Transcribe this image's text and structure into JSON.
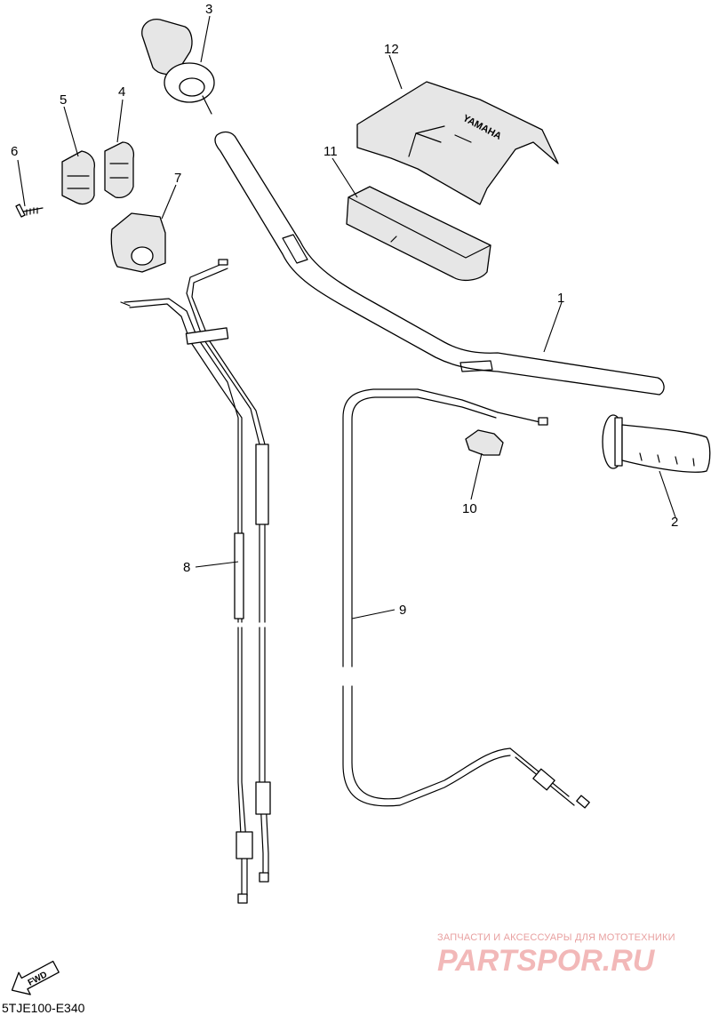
{
  "diagram": {
    "callouts": [
      {
        "id": "1",
        "label": "1"
      },
      {
        "id": "2",
        "label": "2"
      },
      {
        "id": "3",
        "label": "3"
      },
      {
        "id": "4",
        "label": "4"
      },
      {
        "id": "5",
        "label": "5"
      },
      {
        "id": "6",
        "label": "6"
      },
      {
        "id": "7",
        "label": "7"
      },
      {
        "id": "8",
        "label": "8"
      },
      {
        "id": "9",
        "label": "9"
      },
      {
        "id": "10",
        "label": "10"
      },
      {
        "id": "11",
        "label": "11"
      },
      {
        "id": "12",
        "label": "12"
      }
    ],
    "direction_arrow": "FWD",
    "diagram_code": "5TJE100-E340",
    "pad_logo_text": "YAMAHA"
  },
  "watermark": {
    "line1": "ЗАПЧАСТИ И АКСЕССУАРЫ ДЛЯ МОТОТЕХНИКИ",
    "line2": "PARTSPOR.RU",
    "color": "#f2b8b8"
  }
}
